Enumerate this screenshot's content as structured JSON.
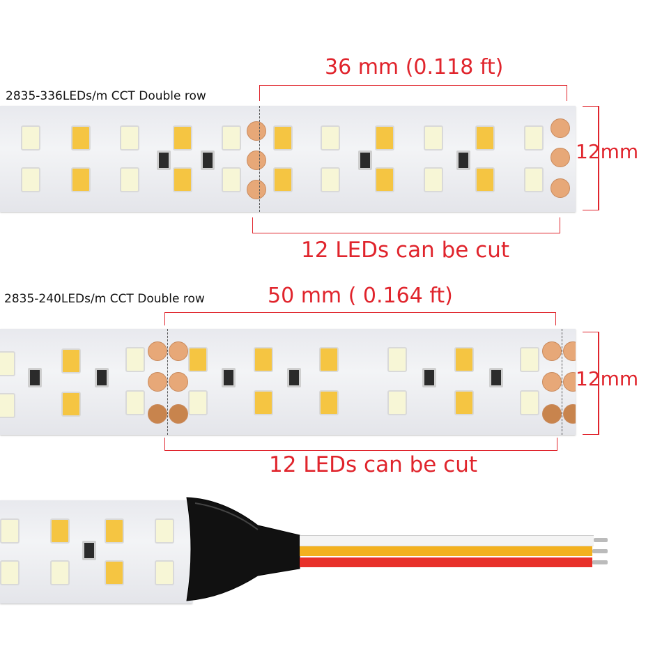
{
  "strip1": {
    "title": "2835-336LEDs/m CCT Double row",
    "length_label": "36 mm (0.118 ft)",
    "width_label": "12mm",
    "cut_label": "12 LEDs can be cut"
  },
  "strip2": {
    "title": "2835-240LEDs/m CCT Double row",
    "length_label": "50 mm ( 0.164 ft)",
    "width_label": "12mm",
    "cut_label": "12 LEDs can be cut"
  },
  "strip3": {},
  "colors": {
    "annotation": "#e0242c",
    "wire_white": "#f4f4f4",
    "wire_yellow": "#f3b11f",
    "wire_red": "#e8312a",
    "connector": "#111111"
  }
}
